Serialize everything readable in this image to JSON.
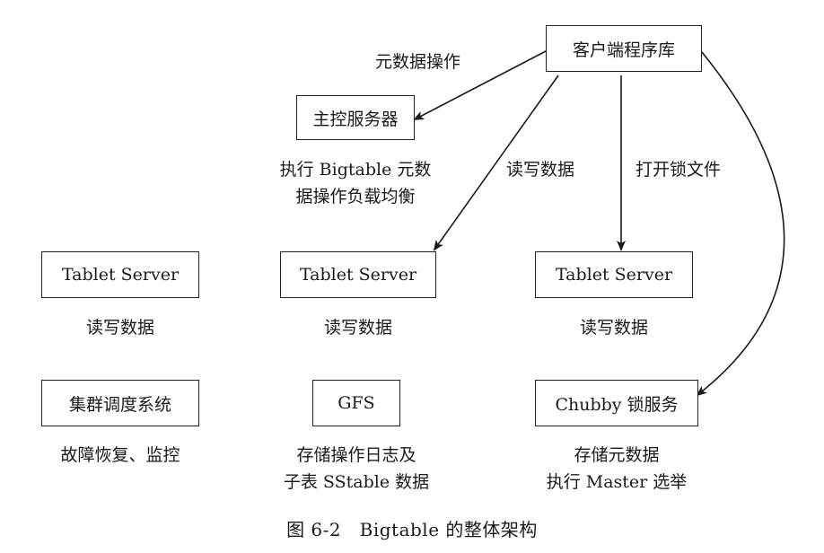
{
  "nodes": {
    "client_library": "客户端程序库",
    "master_server": "主控服务器",
    "tablet_server_1": "Tablet Server",
    "tablet_server_2": "Tablet Server",
    "tablet_server_3": "Tablet Server",
    "cluster_scheduler": "集群调度系统",
    "gfs": "GFS",
    "chubby": "Chubby 锁服务"
  },
  "edge_labels": {
    "metadata_ops": "元数据操作",
    "read_write_data": "读写数据",
    "open_lock_file": "打开锁文件"
  },
  "descriptions": {
    "master_line1": "执行 Bigtable 元数",
    "master_line2": "据操作负载均衡",
    "tablet_1": "读写数据",
    "tablet_2": "读写数据",
    "tablet_3": "读写数据",
    "cluster_scheduler": "故障恢复、监控",
    "gfs_line1": "存储操作日志及",
    "gfs_line2": "子表 SStable 数据",
    "chubby_line1": "存储元数据",
    "chubby_line2": "执行 Master 选举"
  },
  "caption": "图 6-2　Bigtable 的整体架构"
}
